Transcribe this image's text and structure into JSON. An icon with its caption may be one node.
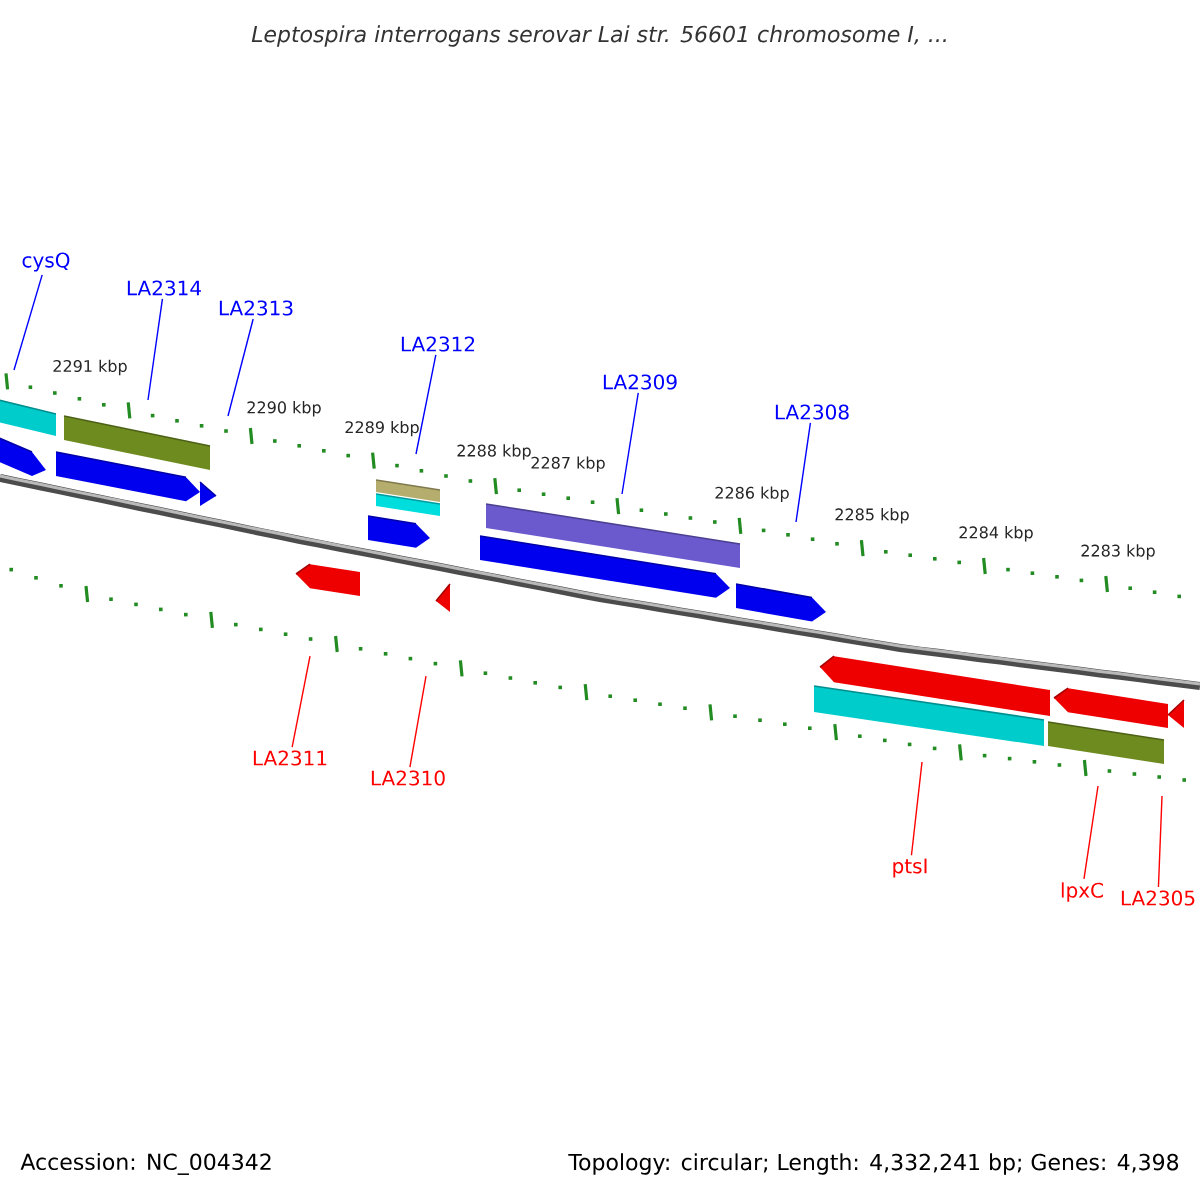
{
  "diagram": {
    "title": "Leptospira interrogans serovar Lai str. 56601 chromosome I, ...",
    "nodes": [
      {
        "text": [
          "cysQ"
        ]
      },
      {
        "text": [
          "LA2314"
        ]
      },
      {
        "text": [
          "LA2313"
        ]
      },
      {
        "text": [
          "LA2312"
        ]
      },
      {
        "text": [
          "LA2309"
        ]
      },
      {
        "text": [
          "LA2308"
        ]
      },
      {
        "text": [
          "LA2311"
        ]
      },
      {
        "text": [
          "LA2310"
        ]
      },
      {
        "text": [
          "ptsI"
        ]
      },
      {
        "text": [
          "lpxC"
        ]
      },
      {
        "text": [
          "LA2305"
        ]
      }
    ],
    "edges": [
      {
        "from": 0,
        "to": null,
        "arrow": "none"
      },
      {
        "from": 1,
        "to": null,
        "arrow": "none"
      },
      {
        "from": 2,
        "to": null,
        "arrow": "none"
      },
      {
        "from": 3,
        "to": null,
        "arrow": "none"
      },
      {
        "from": 4,
        "to": null,
        "arrow": "none"
      },
      {
        "from": 5,
        "to": null,
        "arrow": "none"
      },
      {
        "from": 6,
        "to": null,
        "arrow": "none",
        "color": "#ff0000"
      },
      {
        "from": 7,
        "to": null,
        "arrow": "none",
        "color": "#ff0000"
      },
      {
        "from": 8,
        "to": null,
        "arrow": "none",
        "color": "#ff0000"
      },
      {
        "from": 9,
        "to": null,
        "arrow": "none",
        "color": "#ff0000"
      },
      {
        "from": 10,
        "to": null,
        "arrow": "none",
        "color": "#ff0000"
      }
    ],
    "labels": [
      "2291 kbp",
      "2290 kbp",
      "2289 kbp",
      "2288 kbp",
      "2287 kbp",
      "2286 kbp",
      "2285 kbp",
      "2284 kbp",
      "2283 kbp",
      "Accession: NC_004342",
      "Topology: circular; Length: 4,332,241 bp; Genes: 4,398"
    ]
  }
}
